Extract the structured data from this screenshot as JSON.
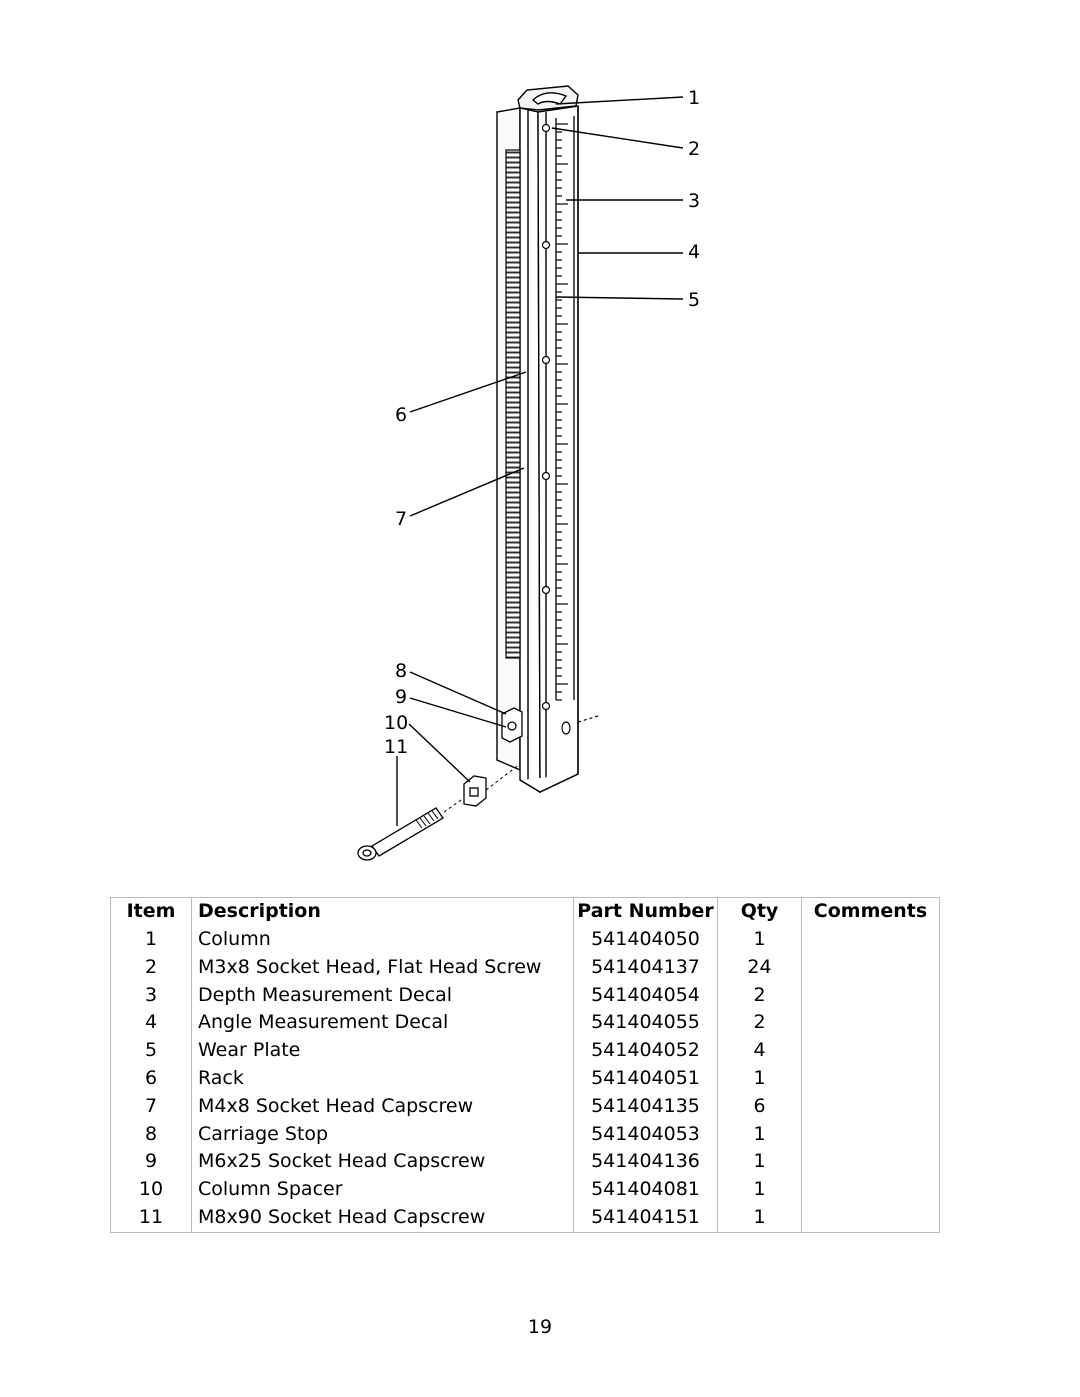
{
  "diagram": {
    "callouts": [
      "1",
      "2",
      "3",
      "4",
      "5",
      "6",
      "7",
      "8",
      "9",
      "10",
      "11"
    ]
  },
  "table": {
    "headers": {
      "item": "Item",
      "description": "Description",
      "part_number": "Part Number",
      "qty": "Qty",
      "comments": "Comments"
    },
    "rows": [
      {
        "item": "1",
        "description": "Column",
        "part_number": "541404050",
        "qty": "1",
        "comments": ""
      },
      {
        "item": "2",
        "description": "M3x8 Socket Head, Flat Head Screw",
        "part_number": "541404137",
        "qty": "24",
        "comments": ""
      },
      {
        "item": "3",
        "description": "Depth Measurement Decal",
        "part_number": "541404054",
        "qty": "2",
        "comments": ""
      },
      {
        "item": "4",
        "description": "Angle Measurement Decal",
        "part_number": "541404055",
        "qty": "2",
        "comments": ""
      },
      {
        "item": "5",
        "description": "Wear Plate",
        "part_number": "541404052",
        "qty": "4",
        "comments": ""
      },
      {
        "item": "6",
        "description": "Rack",
        "part_number": "541404051",
        "qty": "1",
        "comments": ""
      },
      {
        "item": "7",
        "description": "M4x8 Socket Head Capscrew",
        "part_number": "541404135",
        "qty": "6",
        "comments": ""
      },
      {
        "item": "8",
        "description": "Carriage Stop",
        "part_number": "541404053",
        "qty": "1",
        "comments": ""
      },
      {
        "item": "9",
        "description": "M6x25 Socket Head Capscrew",
        "part_number": "541404136",
        "qty": "1",
        "comments": ""
      },
      {
        "item": "10",
        "description": "Column Spacer",
        "part_number": "541404081",
        "qty": "1",
        "comments": ""
      },
      {
        "item": "11",
        "description": "M8x90 Socket Head Capscrew",
        "part_number": "541404151",
        "qty": "1",
        "comments": ""
      }
    ]
  },
  "page_number": "19"
}
